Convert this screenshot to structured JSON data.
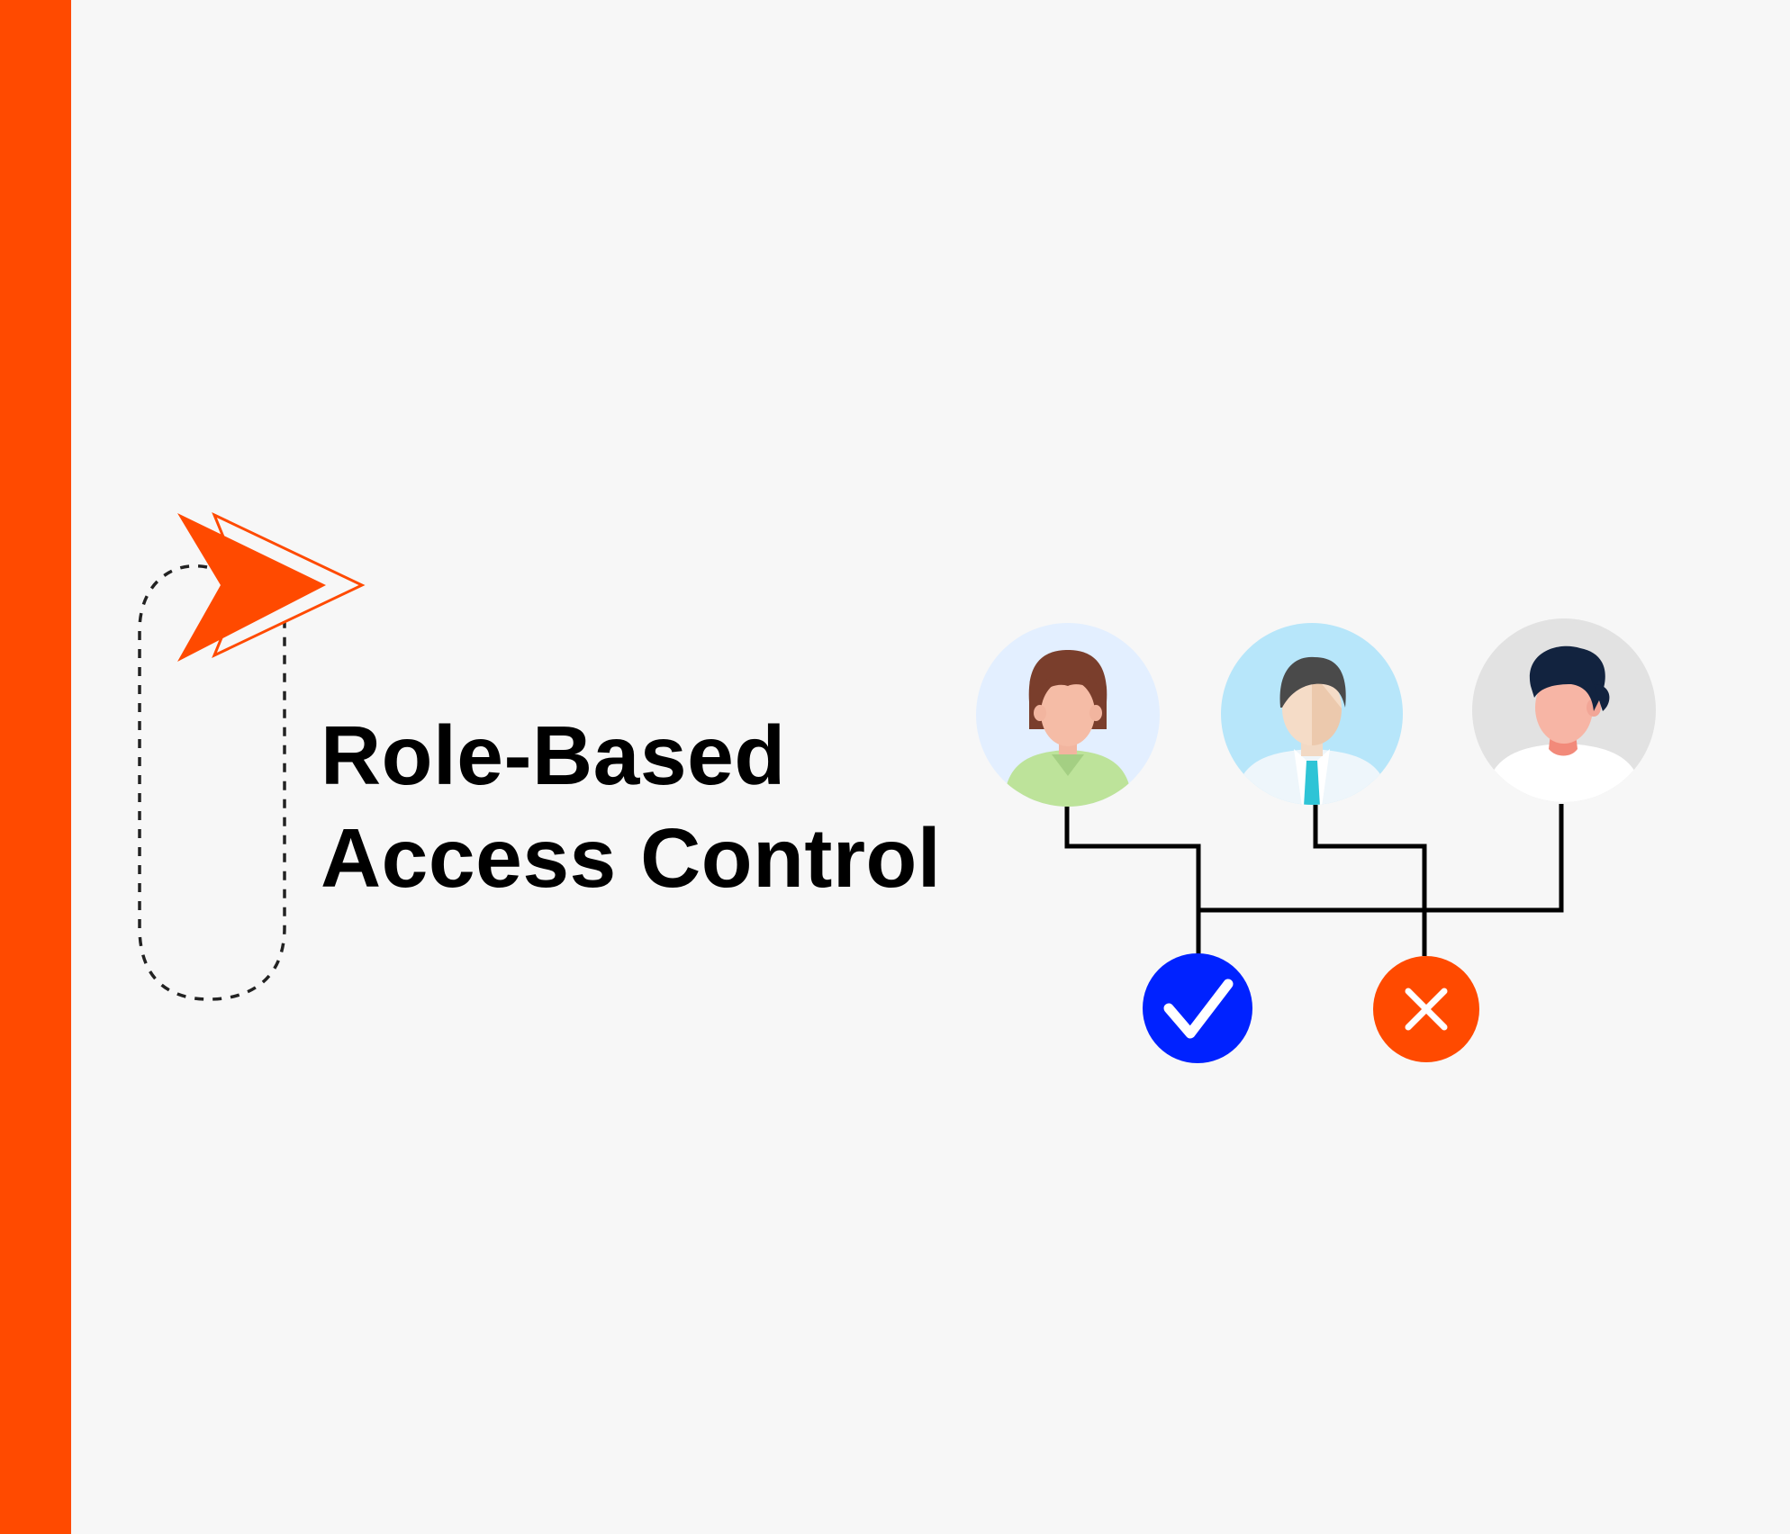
{
  "heading": {
    "line1": "Role-Based",
    "line2": "Access Control"
  },
  "colors": {
    "accent": "#ff4a00",
    "background": "#f7f7f7",
    "text": "#000000",
    "connector": "#000000",
    "allow": "#0022ff",
    "deny": "#ff4a00"
  },
  "icons": {
    "logo": "arrowhead-logo-icon",
    "path": "dashed-loop-path",
    "user1": "woman-avatar-icon",
    "user2": "businessman-avatar-icon",
    "user3": "man-avatar-icon",
    "allow": "checkmark-icon",
    "deny": "cross-icon"
  }
}
